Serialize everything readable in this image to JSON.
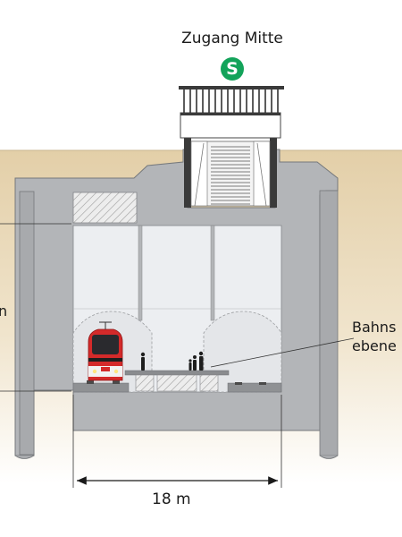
{
  "header": {
    "title": "Zugang Mitte",
    "s_bahn_logo": "S",
    "s_bahn_logo_color": "#13a35a"
  },
  "labels": {
    "platform_line1": "Bahns",
    "platform_line2": "ebene",
    "left_fragment": "n"
  },
  "dimension": {
    "text": "18 m",
    "value_m": 18
  },
  "colors": {
    "ground": "#e6d2ad",
    "concrete": "#b3b5b8",
    "tunnel": "#e9ebee",
    "train": "#d42a2a"
  }
}
